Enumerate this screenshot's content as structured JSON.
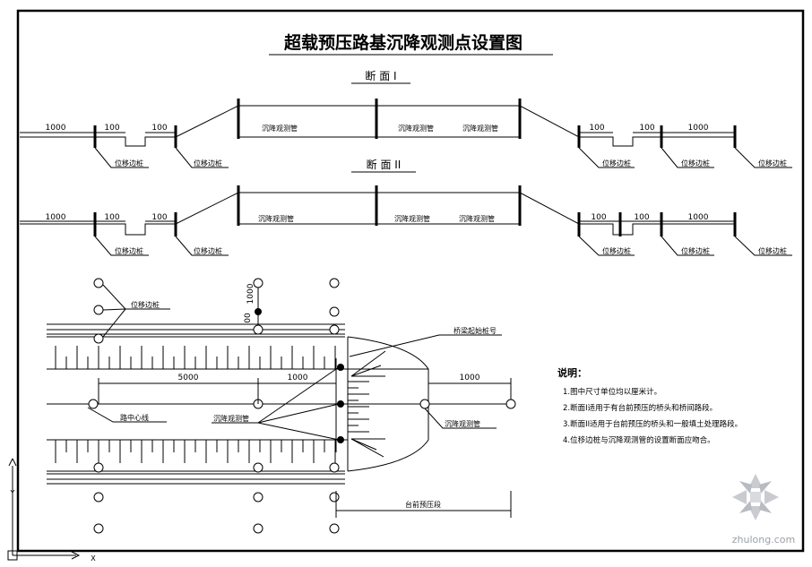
{
  "title": "超载预压路基沉降观测点设置图",
  "section1": {
    "title": "断 面 I"
  },
  "section2": {
    "title": "断 面 II"
  },
  "labels": {
    "stake": "位移边桩",
    "pipe": "沉降观测管",
    "centerline": "路中心线",
    "bridge_marker": "桥梁起始桩号",
    "preload": "台前预压段"
  },
  "dims": {
    "d1000": "1000",
    "d100": "100",
    "d5000": "5000",
    "d00": "00"
  },
  "notes": {
    "heading": "说明：",
    "items": [
      "1.图中尺寸单位均以厘米计。",
      "2.断面I适用于有台前预压的桥头和桥间路段。",
      "3.断面II适用于台前预压的桥头和一般填土处理路段。",
      "4.位移边桩与沉降观测管的设置断面应吻合。"
    ]
  },
  "watermark": "zhulong.com",
  "colors": {
    "line": "#000000",
    "background": "#ffffff",
    "watermark": "#9aa0a6"
  }
}
